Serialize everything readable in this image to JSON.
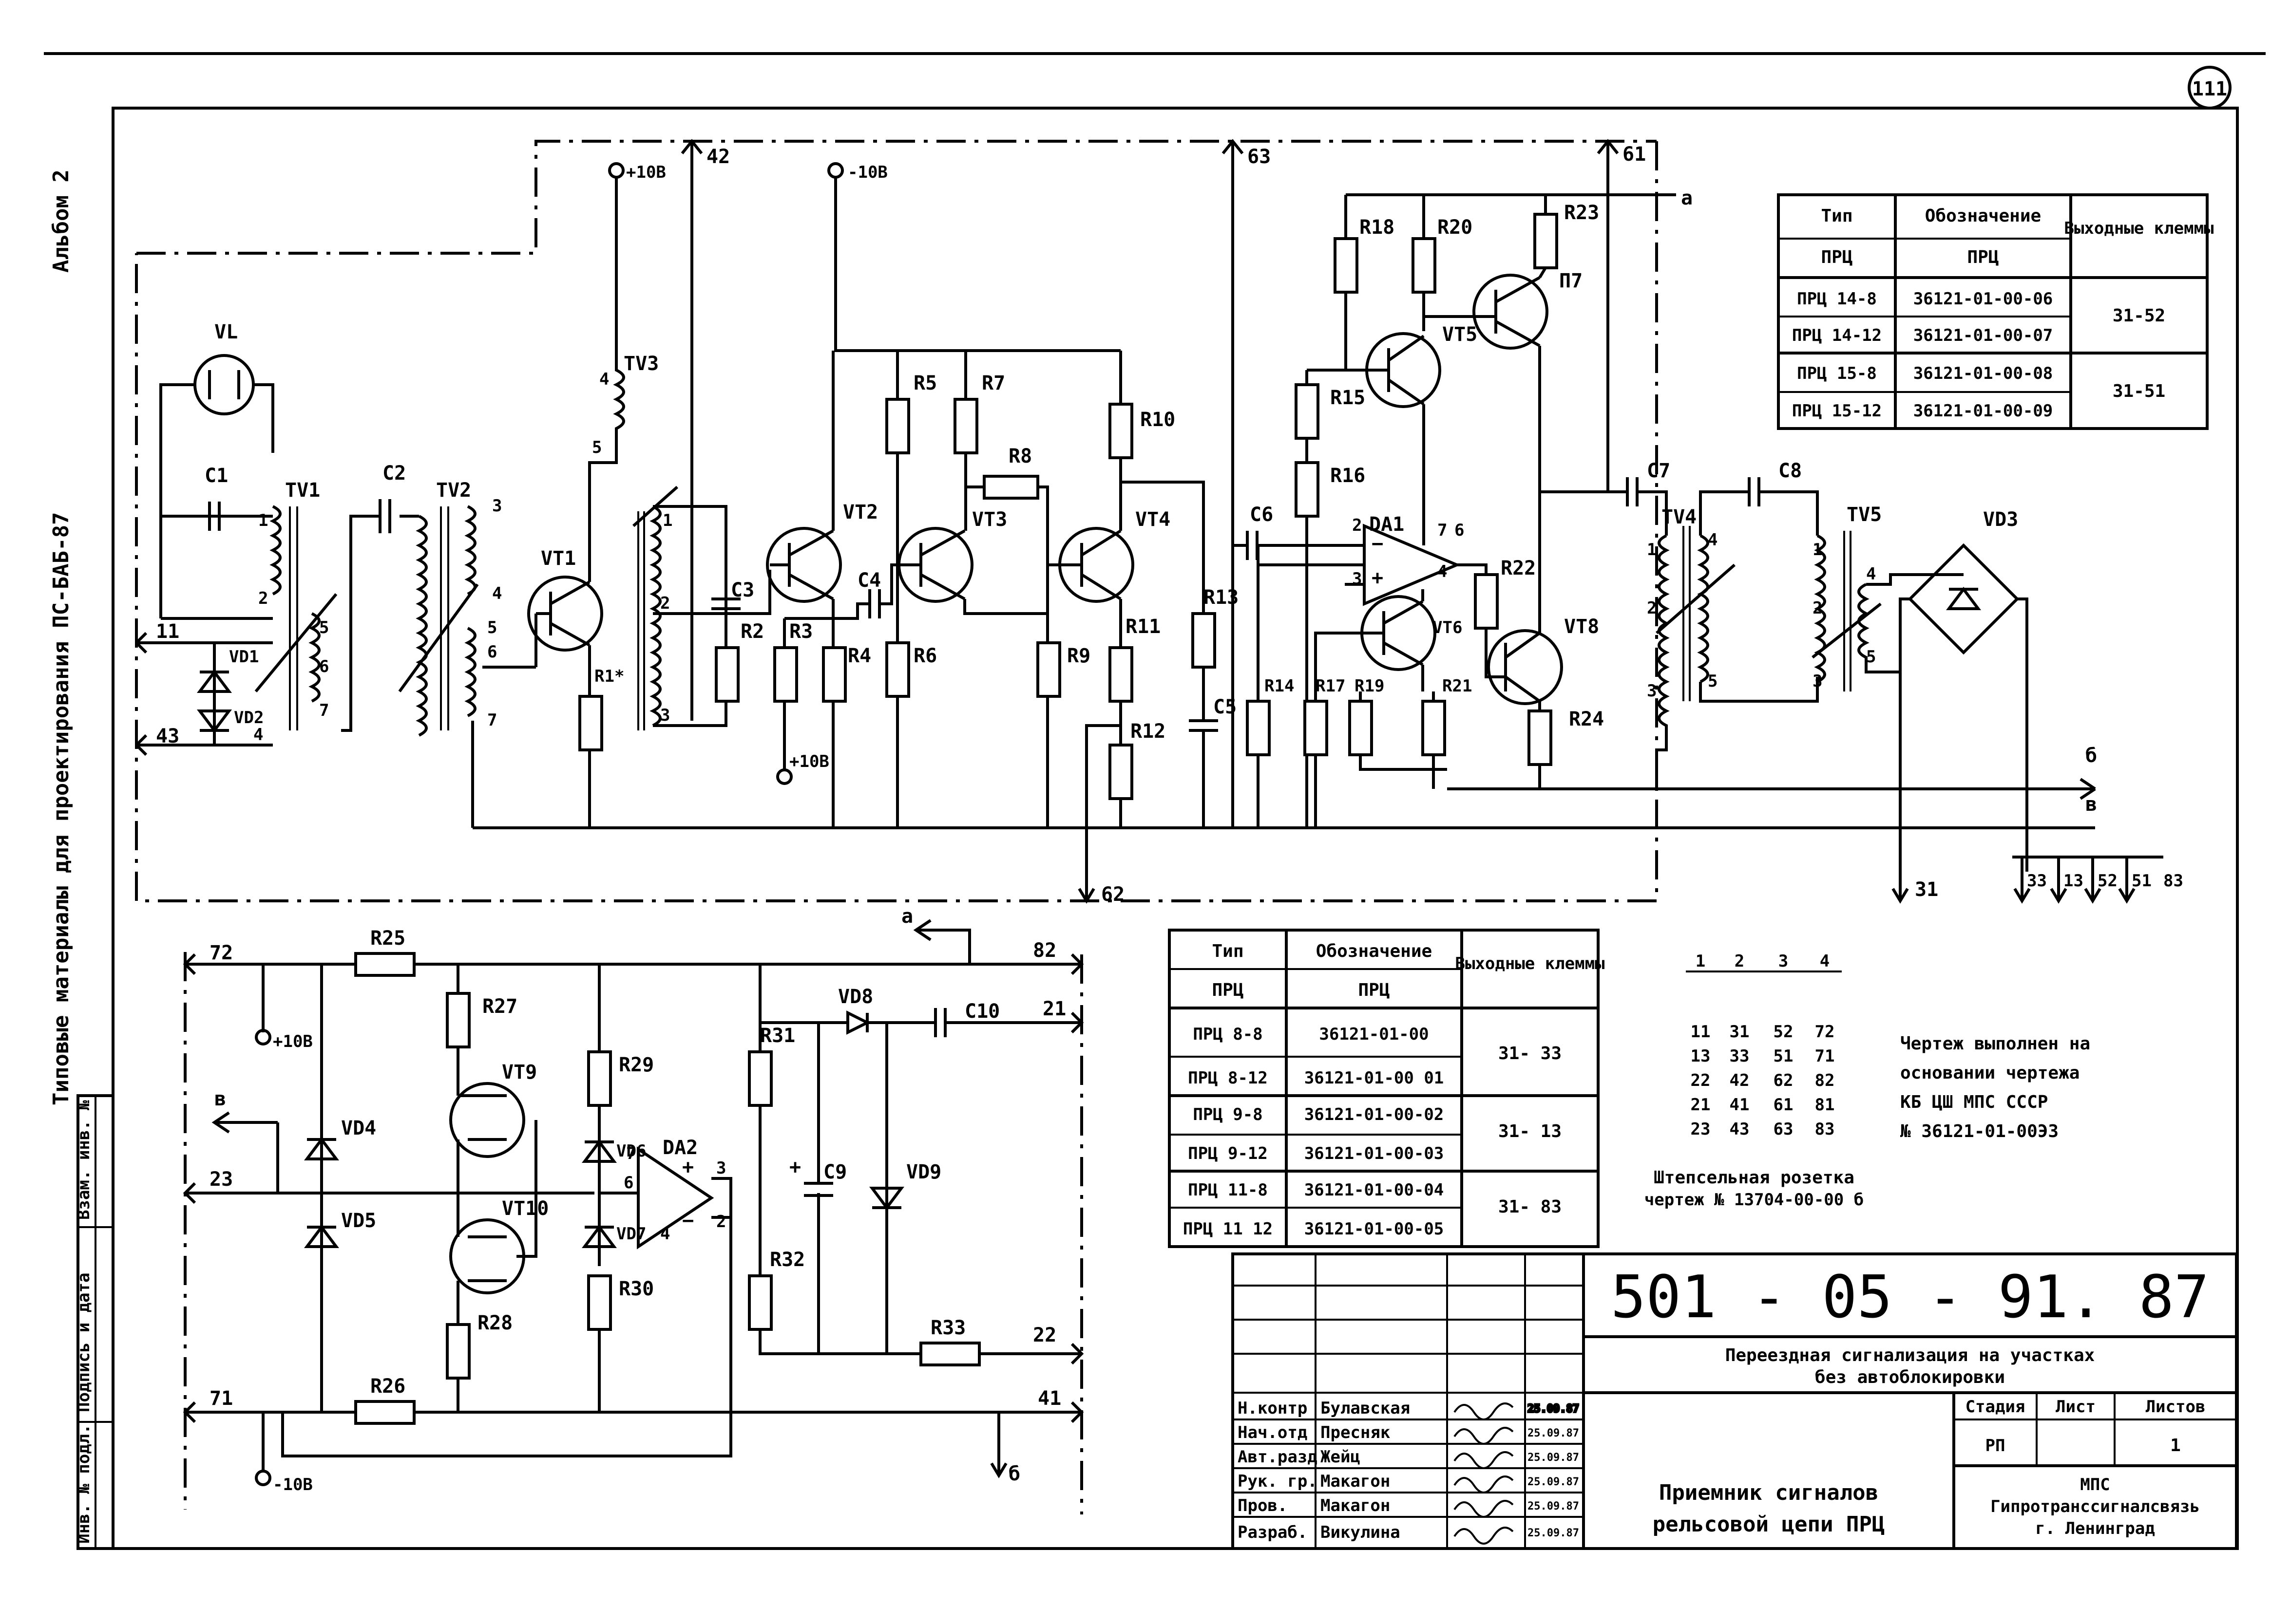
{
  "album": "Альбом 2",
  "series_title": "Типовые материалы для проектирования  ПС-БАБ-87",
  "sheet_number": "111",
  "side_stamp": [
    "Инв. № подл.",
    "Подпись и дата",
    "Взам. инв. №"
  ],
  "components": {
    "VL": "VL",
    "C1": "C1",
    "C2": "C2",
    "C3": "C3",
    "C4": "C4",
    "C5": "C5",
    "C6": "C6",
    "C7": "C7",
    "C8": "C8",
    "C9": "C9",
    "C10": "C10",
    "TV1": "TV1",
    "TV2": "TV2",
    "TV3": "TV3",
    "TV4": "TV4",
    "TV5": "TV5",
    "VT1": "VT1",
    "VT2": "VT2",
    "VT3": "VT3",
    "VT4": "VT4",
    "VT5": "VT5",
    "VT6": "VT6",
    "VT8": "VT8",
    "VT9": "VT9",
    "VT10": "VT10",
    "P7": "П7",
    "VD1": "VD1",
    "VD2": "VD2",
    "VD3": "VD3",
    "VD4": "VD4",
    "VD5": "VD5",
    "VD6": "VD6",
    "VD7": "VD7",
    "VD8": "VD8",
    "VD9": "VD9",
    "DA1": "DA1",
    "DA2": "DA2",
    "R1": "R1*",
    "R2": "R2",
    "R3": "R3",
    "R4": "R4",
    "R5": "R5",
    "R6": "R6",
    "R7": "R7",
    "R8": "R8",
    "R9": "R9",
    "R10": "R10",
    "R11": "R11",
    "R12": "R12",
    "R13": "R13",
    "R14": "R14",
    "R15": "R15",
    "R16": "R16",
    "R17": "R17",
    "R18": "R18",
    "R19": "R19",
    "R20": "R20",
    "R21": "R21",
    "R22": "R22",
    "R23": "R23",
    "R24": "R24",
    "R25": "R25",
    "R26": "R26",
    "R27": "R27",
    "R28": "R28",
    "R29": "R29",
    "R30": "R30",
    "R31": "R31",
    "R32": "R32",
    "R33": "R33"
  },
  "terminals": {
    "t11": "11",
    "t43": "43",
    "t42": "42",
    "t63": "63",
    "t61": "61",
    "t62": "62",
    "t31": "31",
    "t33": "33",
    "t13": "13",
    "t52": "52",
    "t51": "51",
    "t83": "83",
    "t72": "72",
    "t82": "82",
    "t21": "21",
    "t23": "23",
    "t22": "22",
    "t71": "71",
    "t41": "41",
    "a": "а",
    "b": "б",
    "v": "в",
    "a2": "а",
    "b2": "б",
    "v2": "в"
  },
  "supplies": {
    "p1": "+10В",
    "m1": "-10В",
    "p2": "+10В",
    "p3": "+10В",
    "m2": "-10В"
  },
  "pins": {
    "tv1_1": "1",
    "tv1_2": "2",
    "tv1_5": "5",
    "tv1_6": "6",
    "tv1_7": "7",
    "tv1_4": "4",
    "tv2_3": "3",
    "tv2_4": "4",
    "tv2_5": "5",
    "tv2_6": "6",
    "tv2_7": "7",
    "tv3_4": "4",
    "tv3_5": "5",
    "tv3_1": "1",
    "tv3_2": "2",
    "tv3_3": "3",
    "da1_2": "2",
    "da1_3": "3",
    "da1_7": "7",
    "da1_6": "6",
    "da1_4": "4",
    "tv4_1": "1",
    "tv4_2": "2",
    "tv4_3": "3",
    "tv4_4": "4",
    "tv4_5": "5",
    "tv5_1": "1",
    "tv5_2": "2",
    "tv5_3": "3",
    "tv5_4": "4",
    "tv5_5": "5",
    "da2_7": "7",
    "da2_6": "6",
    "da2_4": "4",
    "da2_3": "3",
    "da2_2": "2"
  },
  "table_top": {
    "headers": [
      "Тип",
      "Обозначение",
      "Выходные клеммы"
    ],
    "subheaders": [
      "ПРЦ",
      "ПРЦ"
    ],
    "rows": [
      [
        "ПРЦ 14-8",
        "36121-01-00-06"
      ],
      [
        "ПРЦ 14-12",
        "36121-01-00-07"
      ],
      [
        "ПРЦ 15-8",
        "36121-01-00-08"
      ],
      [
        "ПРЦ 15-12",
        "36121-01-00-09"
      ]
    ],
    "outputs": [
      "31-52",
      "31-51"
    ]
  },
  "table_mid": {
    "headers": [
      "Тип",
      "Обозначение",
      "Выходные клеммы"
    ],
    "subheaders": [
      "ПРЦ",
      "ПРЦ"
    ],
    "rows": [
      [
        "ПРЦ 8-8",
        "36121-01-00"
      ],
      [
        "ПРЦ 8-12",
        "36121-01-00 01"
      ],
      [
        "ПРЦ 9-8",
        "36121-01-00-02"
      ],
      [
        "ПРЦ 9-12",
        "36121-01-00-03"
      ],
      [
        "ПРЦ 11-8",
        "36121-01-00-04"
      ],
      [
        "ПРЦ 11 12",
        "36121-01-00-05"
      ]
    ],
    "outputs": [
      "31- 33",
      "31- 13",
      "31- 83"
    ]
  },
  "socket": {
    "header": [
      "1",
      "2",
      "3",
      "4"
    ],
    "grid": [
      [
        "11",
        "31",
        "52",
        "72"
      ],
      [
        "13",
        "33",
        "51",
        "71"
      ],
      [
        "22",
        "42",
        "62",
        "82"
      ],
      [
        "21",
        "41",
        "61",
        "81"
      ],
      [
        "23",
        "43",
        "63",
        "83"
      ]
    ],
    "caption_1": "Штепсельная розетка",
    "caption_2": "чертеж № 13704-00-00 б"
  },
  "note": [
    "Чертеж выполнен на",
    "основании чертежа",
    "КБ ЦШ МПС СССР",
    "№ 36121-01-00ЭЗ"
  ],
  "title_block": {
    "doc_code": "501 - 05 - 91. 87",
    "project": [
      "Переездная сигнализация на участках",
      "без автоблокировки"
    ],
    "drawing_title": [
      "Приемник сигналов",
      "рельсовой цепи ПРЦ"
    ],
    "stage_label": "Стадия",
    "sheet_label": "Лист",
    "sheets_label": "Листов",
    "stage": "РП",
    "sheets": "1",
    "org": [
      "МПС",
      "Гипротранссигналсвязь",
      "г. Ленинград"
    ],
    "staff": [
      [
        "Н.контр",
        "Булавская",
        "25.09.87"
      ],
      [
        "Нач.отд",
        "Пресняк",
        "25.09.87"
      ],
      [
        "Авт.разд",
        "Жейц",
        "25.09.87"
      ],
      [
        "Рук. гр.",
        "Макагон",
        "25.09.87"
      ],
      [
        "Пров.",
        "Макагон",
        "25.09.87"
      ],
      [
        "Разраб.",
        "Викулина",
        "25.09.87"
      ]
    ]
  }
}
